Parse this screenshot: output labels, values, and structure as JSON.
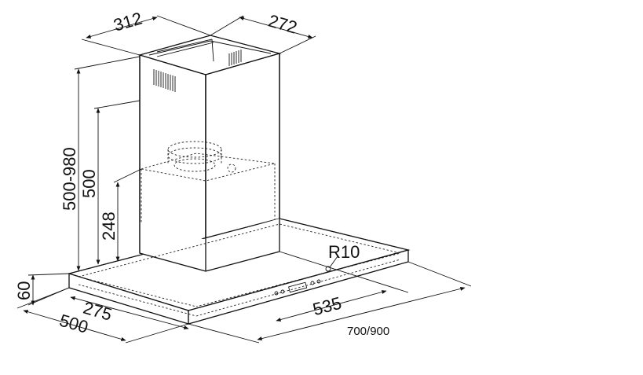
{
  "dimensions": {
    "chimney_width": "312",
    "chimney_depth": "272",
    "height_range": "500-980",
    "lower_height": "500",
    "inner_height": "248",
    "hood_thickness": "60",
    "inner_depth": "275",
    "total_depth": "500",
    "canopy_width": "535",
    "total_width": "700/900",
    "radius": "R10"
  }
}
